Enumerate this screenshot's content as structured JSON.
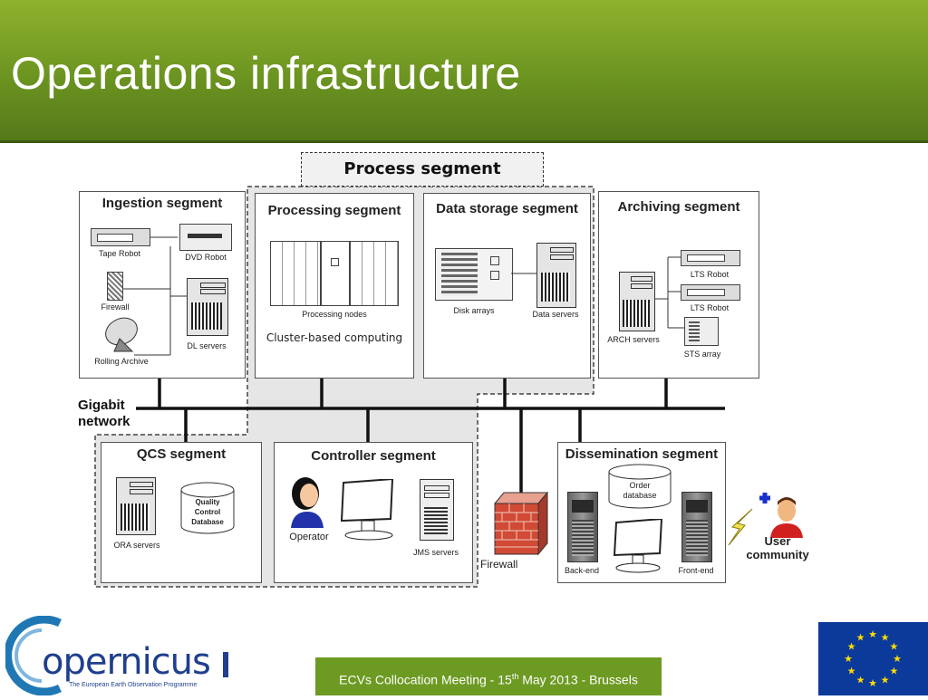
{
  "slide": {
    "title": "Operations infrastructure"
  },
  "diagram": {
    "process_segment_label": "Process segment",
    "network_label_line1": "Gigabit",
    "network_label_line2": "network",
    "ingestion": {
      "title": "Ingestion segment",
      "tape_robot": "Tape Robot",
      "dvd_robot": "DVD Robot",
      "firewall": "Firewall",
      "dl_servers": "DL servers",
      "rolling_archive": "Rolling Archive"
    },
    "processing": {
      "title": "Processing segment",
      "nodes": "Processing nodes",
      "caption": "Cluster-based computing"
    },
    "storage": {
      "title": "Data storage segment",
      "disk_arrays": "Disk arrays",
      "data_servers": "Data servers"
    },
    "archiving": {
      "title": "Archiving segment",
      "lts_robot_1": "LTS Robot",
      "lts_robot_2": "LTS Robot",
      "arch_servers": "ARCH servers",
      "sts_array": "STS array"
    },
    "qcs": {
      "title": "QCS segment",
      "ora_servers": "ORA servers",
      "db_line1": "Quality",
      "db_line2": "Control",
      "db_line3": "Database"
    },
    "controller": {
      "title": "Controller segment",
      "operator": "Operator",
      "jms_servers": "JMS servers"
    },
    "firewall_label": "Firewall",
    "dissemination": {
      "title": "Dissemination segment",
      "order_db_line1": "Order",
      "order_db_line2": "database",
      "back_end": "Back-end",
      "front_end": "Front-end"
    },
    "user_community_line1": "User",
    "user_community_line2": "community"
  },
  "footer": {
    "meeting_text_prefix": "ECVs Collocation Meeting - 15",
    "meeting_text_sup": "th",
    "meeting_text_suffix": " May 2013 - Brussels",
    "logo_text": "opernicus",
    "logo_subtitle": "The European Earth Observation Programme"
  },
  "colors": {
    "header_green": "#6b9320",
    "footer_green": "#6d9a22",
    "eu_blue": "#0b3a9b",
    "eu_star": "#ffdd00"
  }
}
